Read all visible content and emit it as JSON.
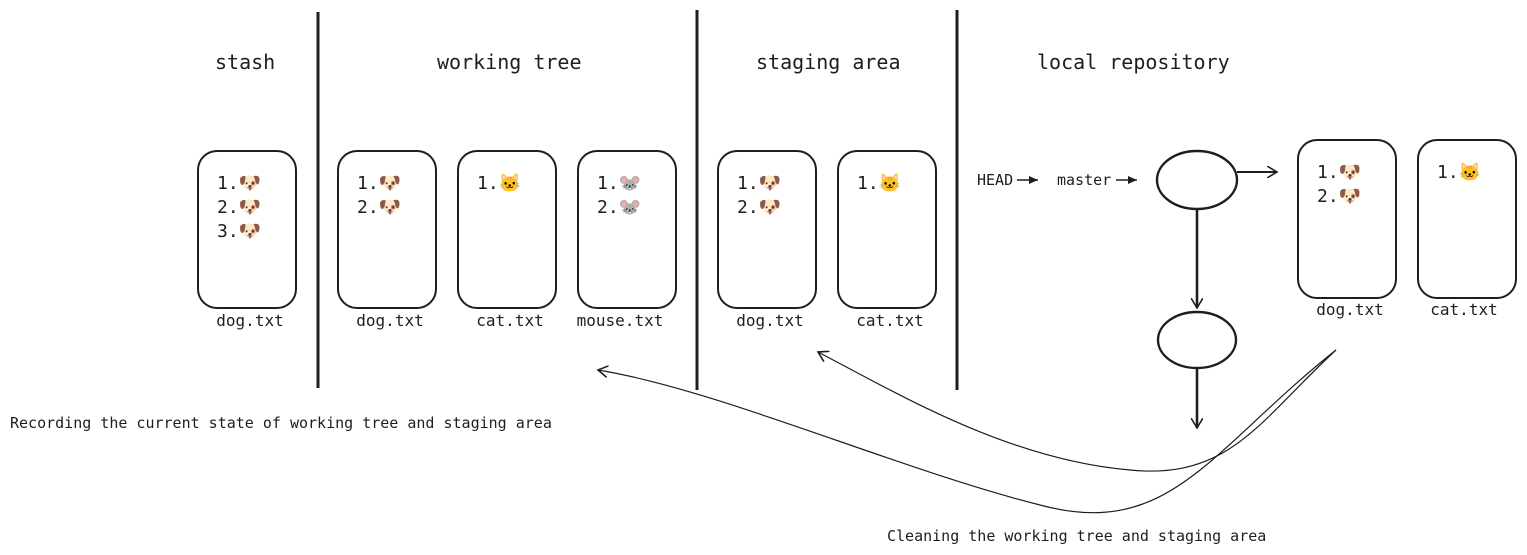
{
  "sections": {
    "stash": "stash",
    "working_tree": "working tree",
    "staging_area": "staging area",
    "local_repository": "local repository"
  },
  "files": {
    "stash_dog": {
      "label": "dog.txt",
      "lines": [
        "1.🐶",
        "2.🐶",
        "3.🐶"
      ]
    },
    "wt_dog": {
      "label": "dog.txt",
      "lines": [
        "1.🐶",
        "2.🐶"
      ]
    },
    "wt_cat": {
      "label": "cat.txt",
      "lines": [
        "1.🐱"
      ]
    },
    "wt_mouse": {
      "label": "mouse.txt",
      "lines": [
        "1.🐭",
        "2.🐭"
      ]
    },
    "st_dog": {
      "label": "dog.txt",
      "lines": [
        "1.🐶",
        "2.🐶"
      ]
    },
    "st_cat": {
      "label": "cat.txt",
      "lines": [
        "1.🐱"
      ]
    },
    "repo_dog": {
      "label": "dog.txt",
      "lines": [
        "1.🐶",
        "2.🐶"
      ]
    },
    "repo_cat": {
      "label": "cat.txt",
      "lines": [
        "1.🐱"
      ]
    }
  },
  "refs": {
    "head": "HEAD",
    "master": "master"
  },
  "captions": {
    "stash_caption": "Recording the current state of working tree and staging area",
    "clean_caption": "Cleaning the working tree and staging area"
  }
}
